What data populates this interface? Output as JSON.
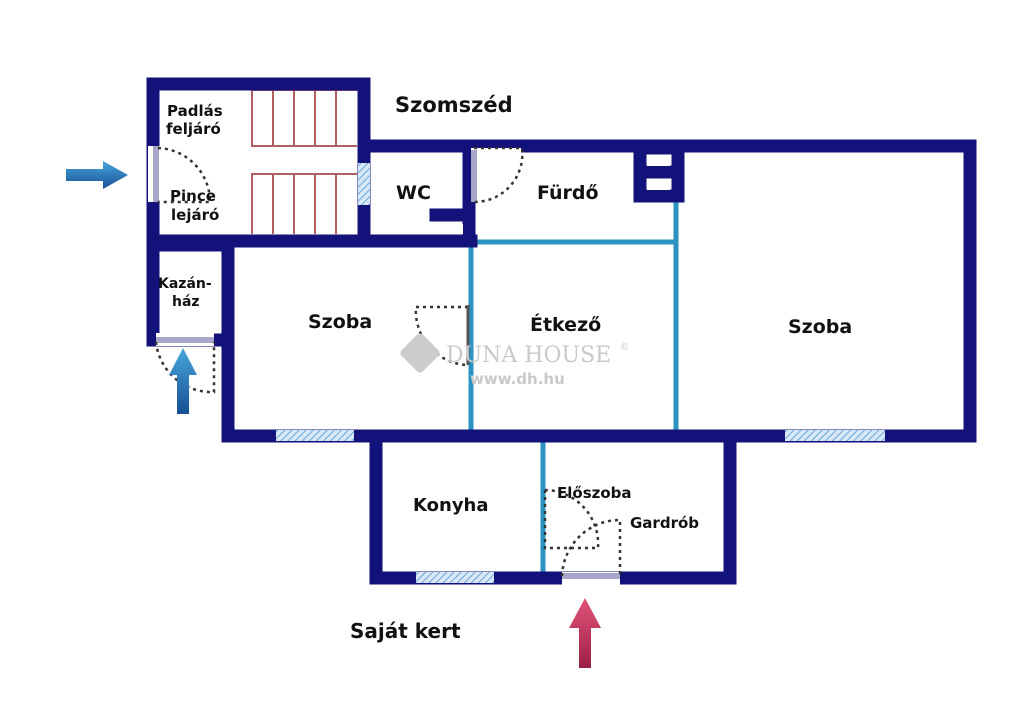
{
  "title": "Floor plan",
  "labels": {
    "neighbour": "Szomszéd",
    "attic_1": "Padlás",
    "attic_2": "feljáró",
    "cellar_1": "Pince",
    "cellar_2": "lejáró",
    "wc": "WC",
    "bathroom": "Fürdő",
    "boiler_1": "Kazán-",
    "boiler_2": "ház",
    "room_left": "Szoba",
    "dining": "Étkező",
    "room_right": "Szoba",
    "kitchen": "Konyha",
    "hall": "Előszoba",
    "wardrobe": "Gardrób",
    "garden": "Saját kert"
  },
  "watermark": {
    "brand": "DUNA HOUSE",
    "reg": "®",
    "url": "www.dh.hu"
  },
  "colors": {
    "wall": "#13117a",
    "inner_wall": "#2b93c2",
    "arrow_blue": "#1f6fb5",
    "arrow_red": "#c2365a"
  }
}
